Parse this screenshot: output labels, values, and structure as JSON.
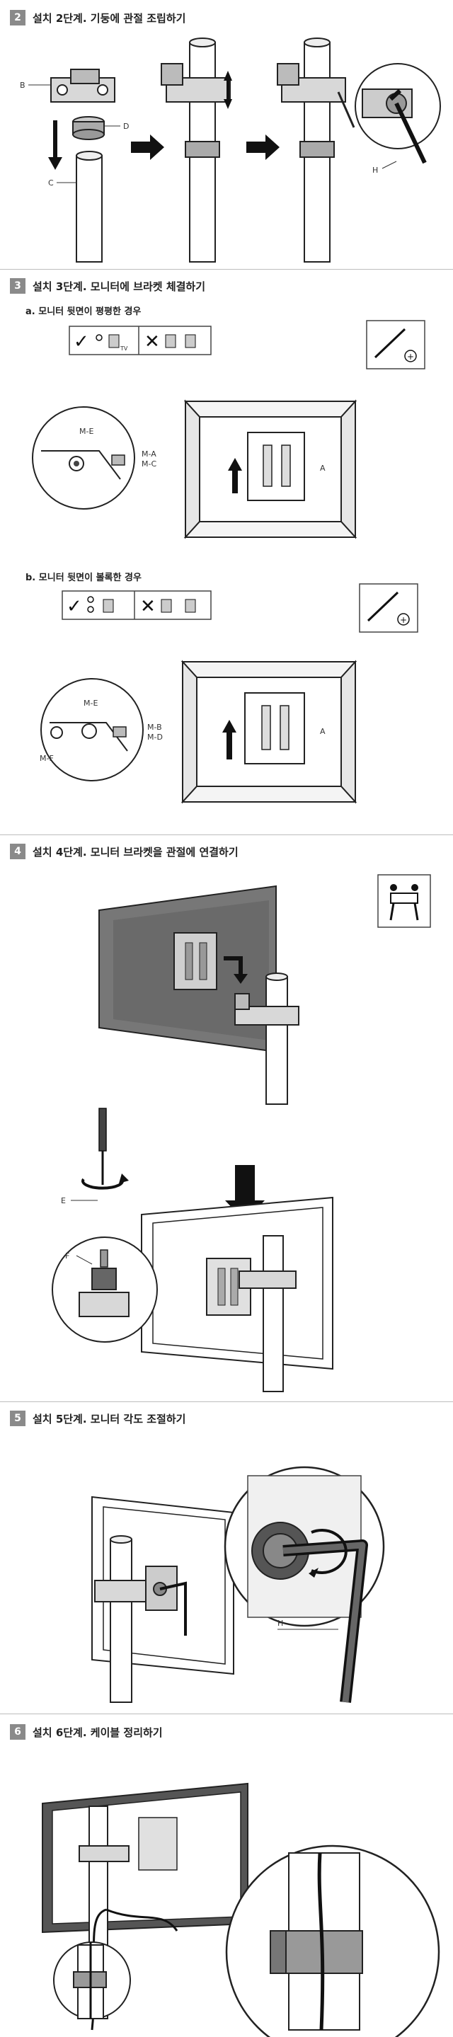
{
  "steps": [
    {
      "number": "2",
      "title": "설치 2단계. 기둥에 관절 조립하기",
      "labels": {
        "b": "B",
        "c": "C",
        "d": "D",
        "h": "H"
      }
    },
    {
      "number": "3",
      "title": "설치 3단계. 모니터에 브라켓 체결하기",
      "sub_a": "a. 모니터 뒷면이 평평한 경우",
      "sub_b": "b. 모니터 뒷면이 볼록한 경우",
      "labels_a": {
        "me": "M-E",
        "ma": "M-A",
        "mc": "M-C",
        "a": "A"
      },
      "labels_b": {
        "me": "M-E",
        "mb": "M-B",
        "md": "M-D",
        "mf": "M-F",
        "a": "A"
      },
      "tv_tag": "TV"
    },
    {
      "number": "4",
      "title": "설치 4단계. 모니터 브라켓을 관절에 연결하기",
      "labels": {
        "e": "E",
        "f": "F"
      }
    },
    {
      "number": "5",
      "title": "설치 5단계. 모니터 각도 조절하기",
      "labels": {
        "h": "H"
      }
    },
    {
      "number": "6",
      "title": "설치 6단계. 케이블 정리하기"
    }
  ]
}
